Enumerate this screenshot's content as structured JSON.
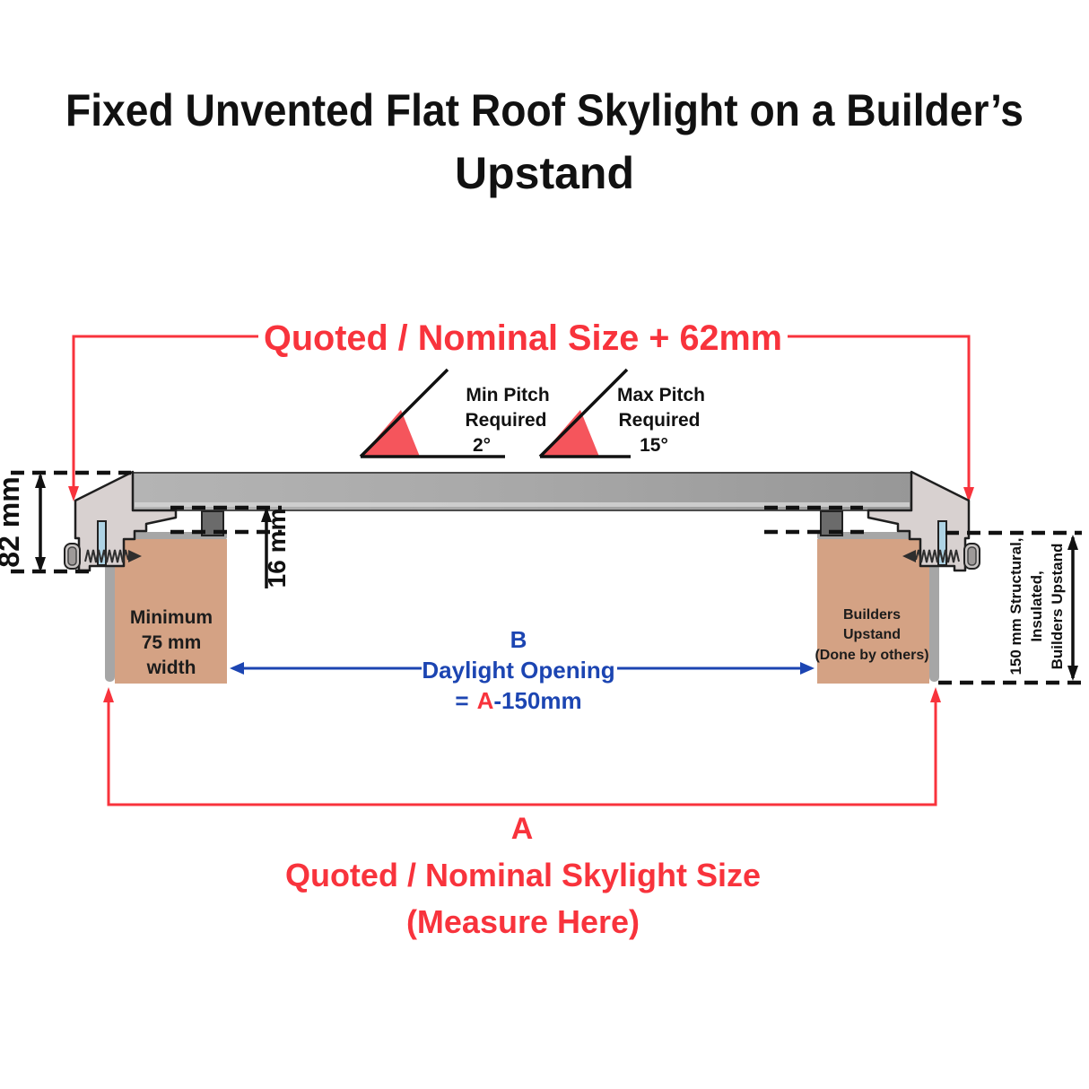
{
  "title": {
    "line1": "Fixed Unvented Flat Roof Skylight on a Builder’s",
    "line2": "Upstand"
  },
  "colors": {
    "accent_red": "#f8333c",
    "accent_blue": "#1c45b2",
    "frame_gray": "#d8d1d0",
    "glass_gray": "#a8a8a8",
    "upstand_brown": "#d4a284",
    "flashing_gray": "#a6a6a6",
    "spacer_gray": "#6b6b6b",
    "thermal_break_blue": "#aed3e4",
    "pitch_wedge_red": "#f5555c"
  },
  "pitch": {
    "min": {
      "line1": "Min Pitch",
      "line2": "Required",
      "value": "2°"
    },
    "max": {
      "line1": "Max Pitch",
      "line2": "Required",
      "value": "15°"
    }
  },
  "dims": {
    "top": {
      "label": "Quoted / Nominal Size + 62mm"
    },
    "frame_height": {
      "label": "82 mm"
    },
    "glass_gap": {
      "label": "16 mm"
    },
    "upstand_height": {
      "line1": "150 mm Structural,",
      "line2": "Insulated,",
      "line3": "Builders Upstand"
    },
    "daylight": {
      "letter": "B",
      "label": "Daylight Opening",
      "eq_prefix": "=",
      "eq_a": "A",
      "eq_suffix": "-150mm"
    },
    "overall": {
      "letter": "A",
      "line1": "Quoted / Nominal Skylight Size",
      "line2": "(Measure Here)"
    }
  },
  "upstand": {
    "left": {
      "line1": "Minimum",
      "line2": "75 mm",
      "line3": "width"
    },
    "right": {
      "line1": "Builders",
      "line2": "Upstand",
      "line3": "(Done by others)"
    }
  }
}
